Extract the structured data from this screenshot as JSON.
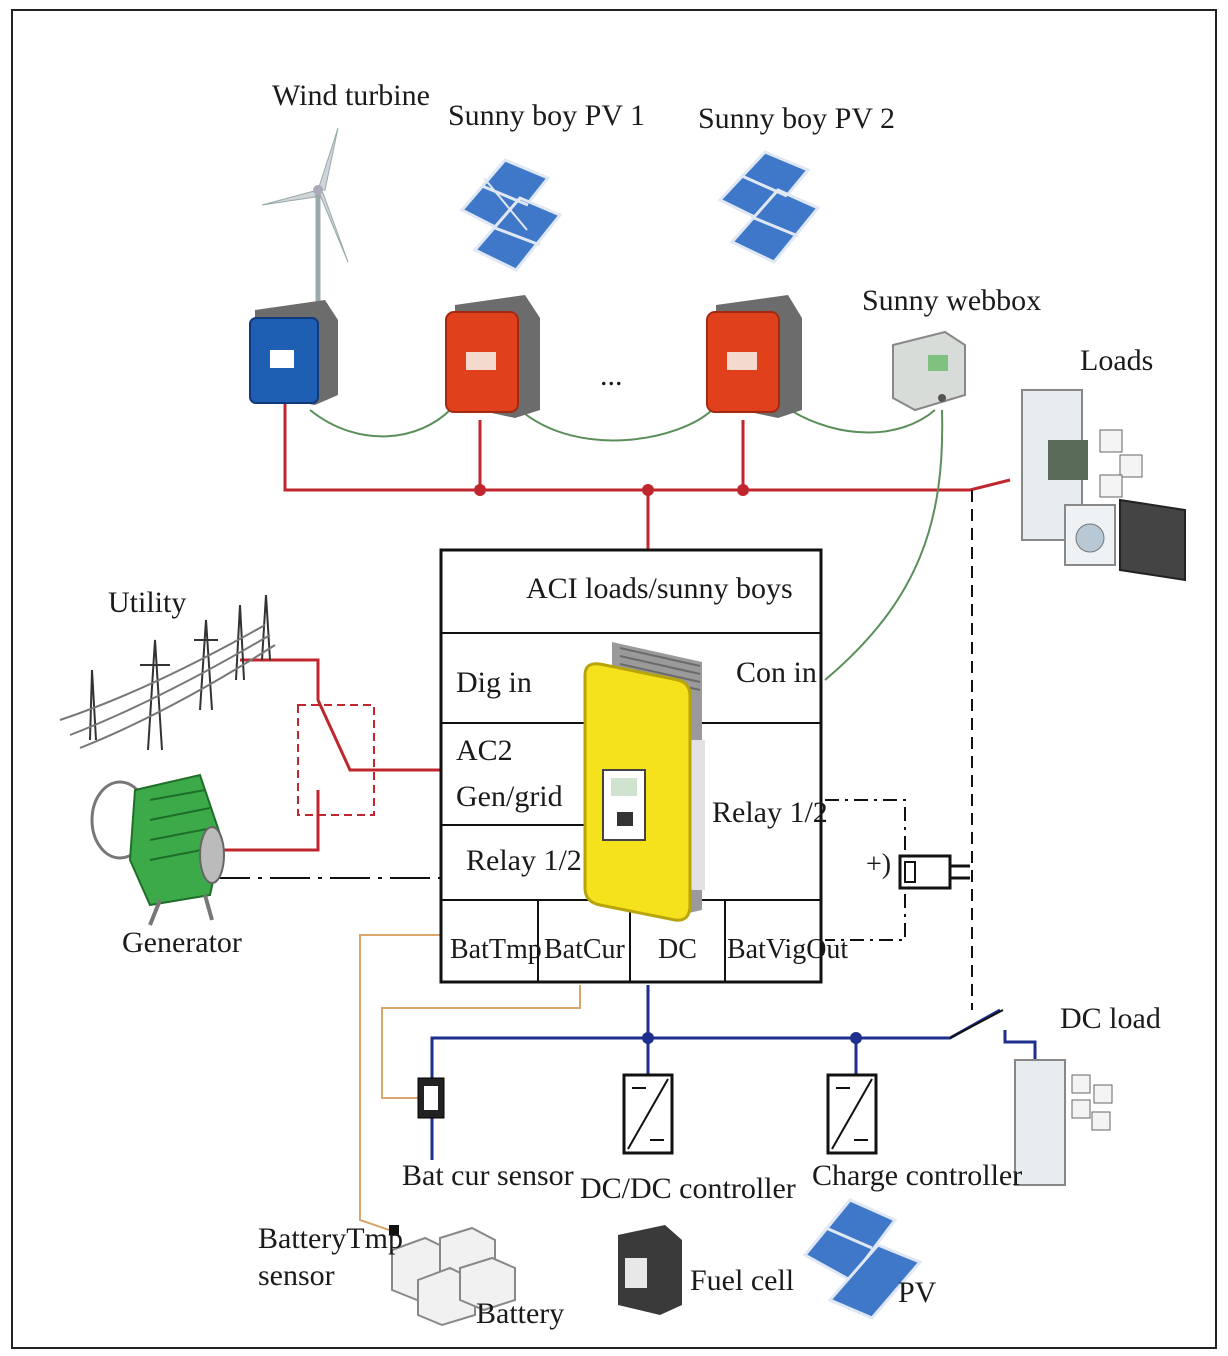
{
  "labels": {
    "wind_turbine": "Wind turbine",
    "pv1": "Sunny boy PV 1",
    "pv2": "Sunny boy PV 2",
    "ellipsis": "...",
    "webbox": "Sunny webbox",
    "loads": "Loads",
    "utility": "Utility",
    "generator": "Generator",
    "dc_load": "DC load",
    "bat_cur_sensor": "Bat cur sensor",
    "dcdc_controller": "DC/DC controller",
    "charge_controller": "Charge controller",
    "battery_tmp_sensor_1": "BatteryTmp",
    "battery_tmp_sensor_2": "sensor",
    "battery": "Battery",
    "fuel_cell": "Fuel cell",
    "pv": "PV",
    "polarity": "+)"
  },
  "panel": {
    "header": "ACI loads/sunny boys",
    "dig_in": "Dig in",
    "con_in": "Con in",
    "ac2_line1": "AC2",
    "ac2_line2": "Gen/grid",
    "relay_right": "Relay 1/2",
    "relay_left": "Relay 1/2",
    "bat_tmp": "BatTmp",
    "bat_cur": "BatCur",
    "dc": "DC",
    "bat_vig_out": "BatVigOut"
  },
  "colors": {
    "ac_line": "#c0262d",
    "dc_line": "#1d2e8c",
    "comm_line": "#5a8f5a",
    "sensor_line": "#d9a66b",
    "inverter_wind": "#1f5fb3",
    "inverter_pv": "#e0401c",
    "sunny_island": "#f5e21c",
    "generator": "#3daa4a",
    "solar_panel": "#3f78c8"
  }
}
